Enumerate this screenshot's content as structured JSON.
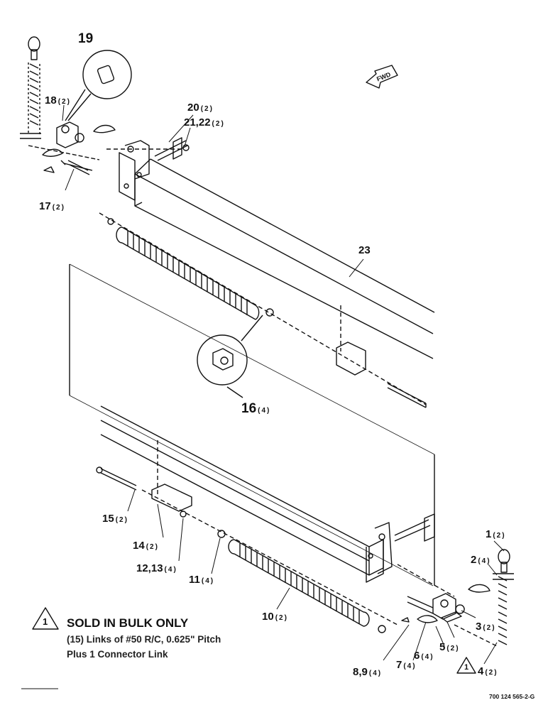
{
  "callouts": {
    "c19": {
      "num": "19",
      "qty": ""
    },
    "c18": {
      "num": "18",
      "qty": "(2)"
    },
    "c20": {
      "num": "20",
      "qty": "(2)"
    },
    "c21": {
      "num": "21,22",
      "qty": "(2)"
    },
    "c17": {
      "num": "17",
      "qty": "(2)"
    },
    "c23": {
      "num": "23",
      "qty": ""
    },
    "c16": {
      "num": "16",
      "qty": "(4)"
    },
    "c15": {
      "num": "15",
      "qty": "(2)"
    },
    "c14": {
      "num": "14",
      "qty": "(2)"
    },
    "c12": {
      "num": "12,13",
      "qty": "(4)"
    },
    "c11": {
      "num": "11",
      "qty": "(4)"
    },
    "c10": {
      "num": "10",
      "qty": "(2)"
    },
    "c1": {
      "num": "1",
      "qty": "(2)"
    },
    "c2": {
      "num": "2",
      "qty": "(4)"
    },
    "c3": {
      "num": "3",
      "qty": "(2)"
    },
    "c5": {
      "num": "5",
      "qty": "(2)"
    },
    "c6": {
      "num": "6",
      "qty": "(4)"
    },
    "c7": {
      "num": "7",
      "qty": "(4)"
    },
    "c8": {
      "num": "8,9",
      "qty": "(4)"
    },
    "c4": {
      "num": "4",
      "qty": "(2)"
    }
  },
  "fwd_label": "FWD",
  "note": {
    "marker": "1",
    "title": "SOLD IN BULK ONLY",
    "line1": "(15) Links of #50 R/C, 0.625\" Pitch",
    "line2": "Plus 1 Connector Link"
  },
  "doc_number": "700 124 565-2-G",
  "colors": {
    "ink": "#111111",
    "paper": "#ffffff"
  }
}
